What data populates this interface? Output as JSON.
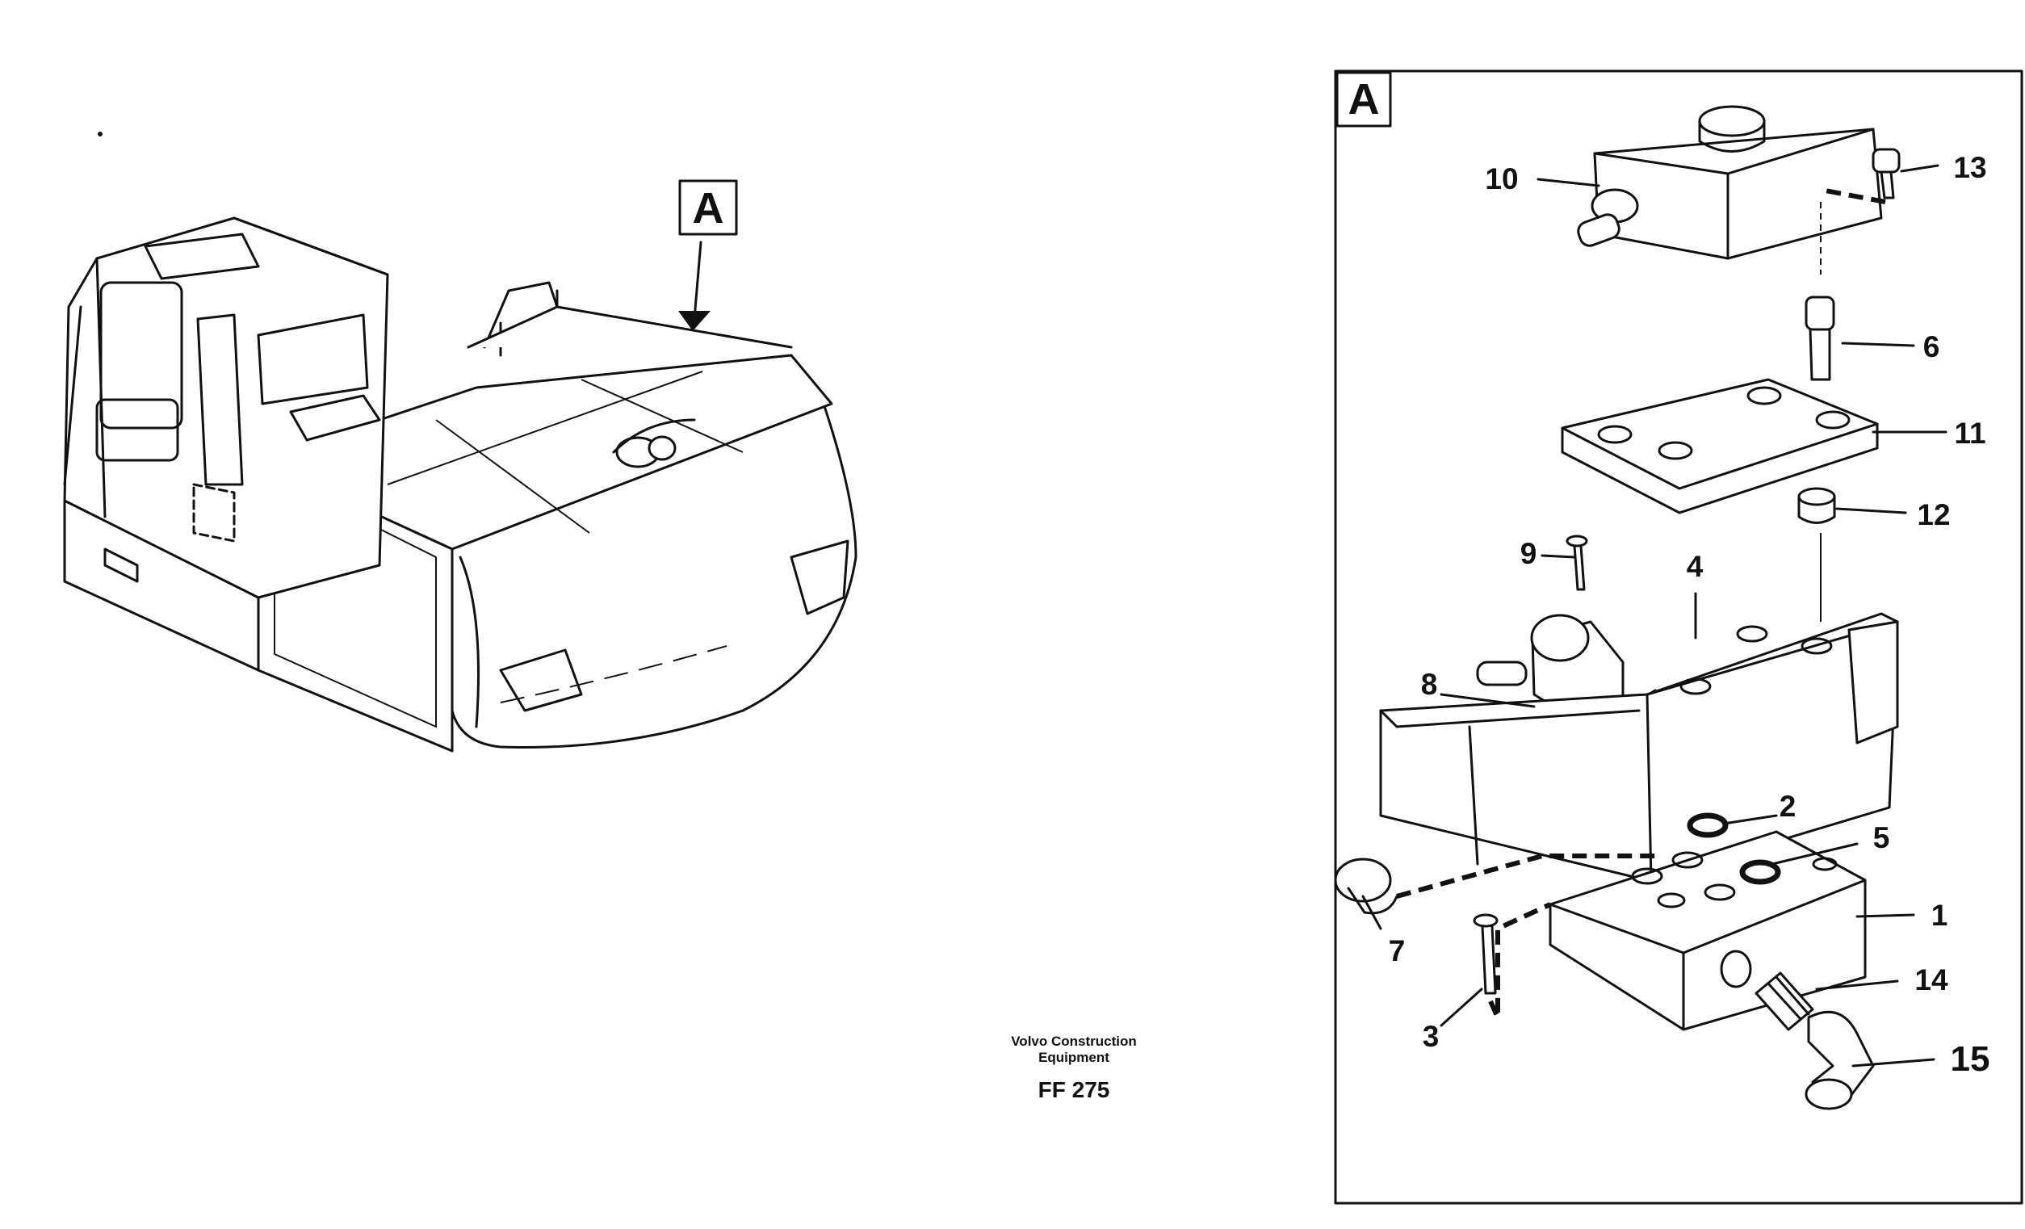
{
  "overview": {
    "detail_label": "A"
  },
  "detail": {
    "label": "A",
    "callouts": [
      "1",
      "2",
      "3",
      "4",
      "5",
      "6",
      "7",
      "8",
      "9",
      "10",
      "11",
      "12",
      "13",
      "14",
      "15"
    ]
  },
  "footer": {
    "brand_line1": "Volvo Construction",
    "brand_line2": "Equipment",
    "code": "FF 275"
  },
  "colors": {
    "ink": "#111111",
    "paper": "#ffffff"
  }
}
